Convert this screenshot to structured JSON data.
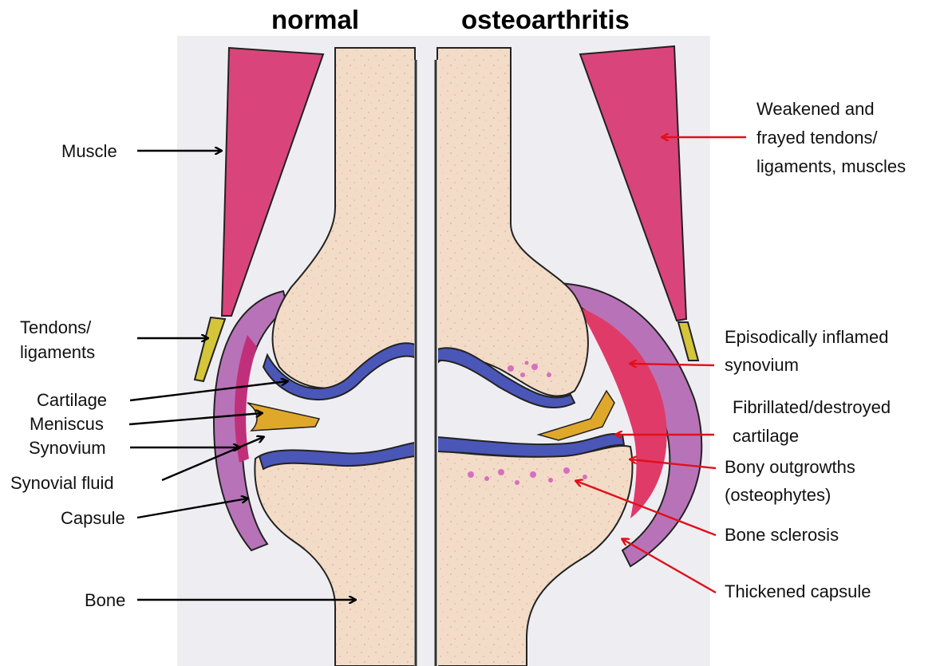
{
  "titles": {
    "left": "normal",
    "right": "osteoarthritis"
  },
  "left_labels": {
    "muscle": "Muscle",
    "tendons_line1": "Tendons/",
    "tendons_line2": "ligaments",
    "cartilage": "Cartilage",
    "meniscus": "Meniscus",
    "synovium": "Synovium",
    "synovial_fluid": "Synovial fluid",
    "capsule": "Capsule",
    "bone": "Bone"
  },
  "right_labels": {
    "weakened_line1": "Weakened and",
    "weakened_line2": "frayed tendons/",
    "weakened_line3": "ligaments, muscles",
    "inflamed_line1": "Episodically inflamed",
    "inflamed_line2": "synovium",
    "fibrillated_line1": "Fibrillated/destroyed",
    "fibrillated_line2": "cartilage",
    "bony_line1": "Bony outgrowths",
    "bony_line2": "(osteophytes)",
    "sclerosis": "Bone sclerosis",
    "thickened": "Thickened capsule"
  },
  "colors": {
    "bone": "#f3dcc7",
    "background": "#eeeef2",
    "muscle": "#d9457a",
    "tendon": "#d4c53a",
    "cartilage": "#4a57b8",
    "meniscus": "#e0a82a",
    "synovium": "#c0307a",
    "capsule": "#b873b8",
    "inflamed": "#e03a68",
    "normal_arrow": "#000000",
    "oa_arrow": "#e0101c"
  }
}
